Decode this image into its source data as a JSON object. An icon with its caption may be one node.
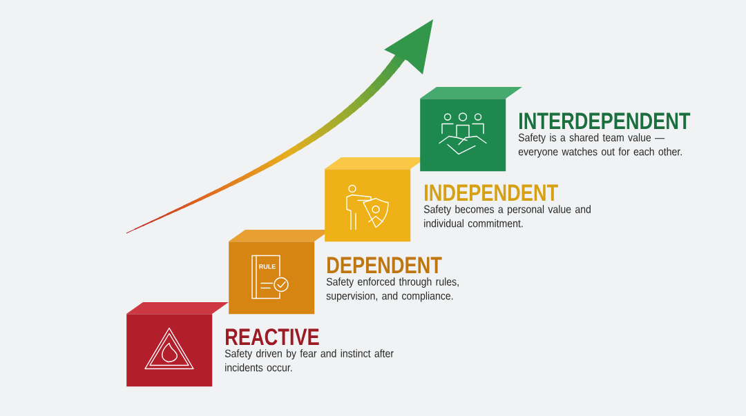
{
  "diagram": {
    "nodes": [
      {
        "text": [
          "REACTIVE",
          "Safety driven by fear and instinct after incidents occur."
        ]
      },
      {
        "text": [
          "DEPENDENT",
          "Safety enforced through rules, supervision, and compliance."
        ]
      },
      {
        "text": [
          "INDEPENDENT",
          "Safety becomes a personal value and individual commitment."
        ]
      },
      {
        "text": [
          "INTERDEPENDENT",
          "Safety is a shared team value — everyone watches out for each other."
        ]
      }
    ],
    "labels": [
      "RULE"
    ]
  }
}
